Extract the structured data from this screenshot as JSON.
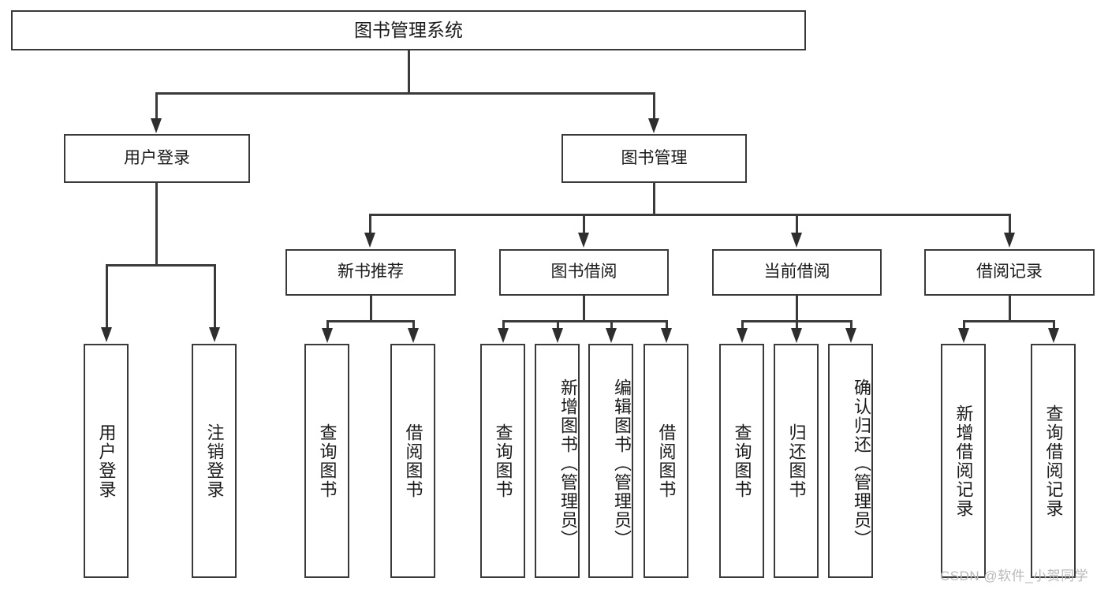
{
  "diagram": {
    "title": "图书管理系统",
    "watermark": "CSDN @软件_小贺同学",
    "colors": {
      "box_border": "#3a3a3a",
      "connector": "#3a3a3a",
      "text": "#1b1b1b",
      "background": "#ffffff",
      "watermark": "#b9b9b9"
    },
    "root": {
      "label": "图书管理系统"
    },
    "level2": [
      {
        "label": "用户登录"
      },
      {
        "label": "图书管理"
      }
    ],
    "level3": [
      {
        "label": "新书推荐"
      },
      {
        "label": "图书借阅"
      },
      {
        "label": "当前借阅"
      },
      {
        "label": "借阅记录"
      }
    ],
    "leaves": {
      "user_login": [
        {
          "label": "用户登录"
        },
        {
          "label": "注销登录"
        }
      ],
      "new_book_recommend": [
        {
          "label": "查询图书"
        },
        {
          "label": "借阅图书"
        }
      ],
      "book_borrow": [
        {
          "label": "查询图书"
        },
        {
          "label": "新增图书（管理员）"
        },
        {
          "label": "编辑图书（管理员）"
        },
        {
          "label": "借阅图书"
        }
      ],
      "current_borrow": [
        {
          "label": "查询图书"
        },
        {
          "label": "归还图书"
        },
        {
          "label": "确认归还（管理员）"
        }
      ],
      "borrow_record": [
        {
          "label": "新增借阅记录"
        },
        {
          "label": "查询借阅记录"
        }
      ]
    }
  }
}
